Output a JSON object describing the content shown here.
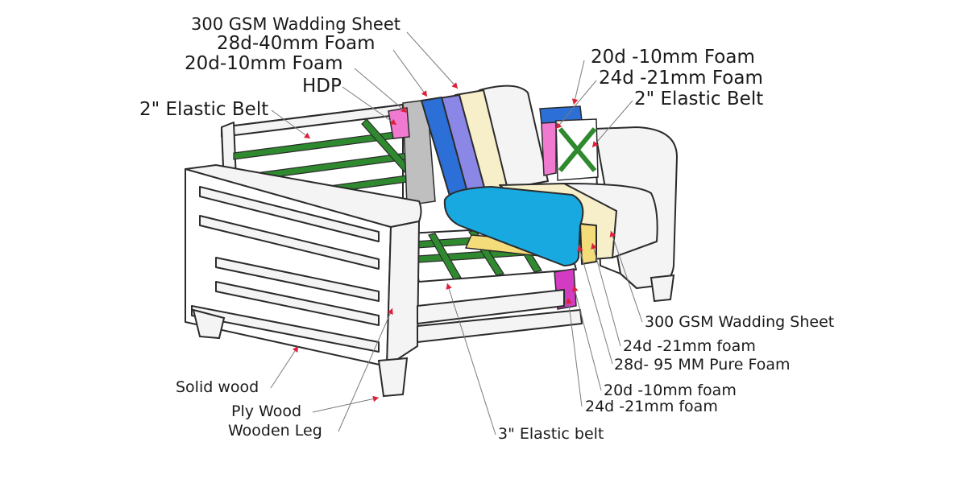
{
  "labels": {
    "wadding_top": "300 GSM Wadding Sheet",
    "foam_28d_40mm": "28d-40mm Foam",
    "foam_20d_10mm_left": "20d-10mm Foam",
    "hdp": "HDP",
    "elastic_belt_left": "2\" Elastic Belt",
    "foam_20d_10mm_right": "20d -10mm Foam",
    "foam_24d_21mm_right": "24d -21mm Foam",
    "elastic_belt_right": "2\" Elastic Belt",
    "wadding_bottom": "300 GSM Wadding Sheet",
    "foam_24d_21mm_a": "24d -21mm foam",
    "pure_foam_95mm": "28d- 95 MM Pure Foam",
    "foam_20d_10mm_bottom": "20d -10mm foam",
    "foam_24d_21mm_b": "24d -21mm foam",
    "elastic_belt_3in": "3\" Elastic belt",
    "solid_wood": "Solid wood",
    "ply_wood": "Ply Wood",
    "wooden_leg": "Wooden Leg"
  },
  "colors": {
    "outline": "#2b2b2b",
    "belt_green": "#2f8a2f",
    "belt_green_light": "#6fcf4a",
    "foam_cyan": "#18a9e0",
    "foam_blue": "#2c6fd6",
    "foam_violet": "#8a87e6",
    "foam_cream": "#f7efc9",
    "foam_yellow": "#f4dc7a",
    "foam_pink": "#f07ad0",
    "foam_magenta": "#d23bc2",
    "hdp_grey": "#bfbfbf",
    "arrow_red": "#e0203a"
  }
}
